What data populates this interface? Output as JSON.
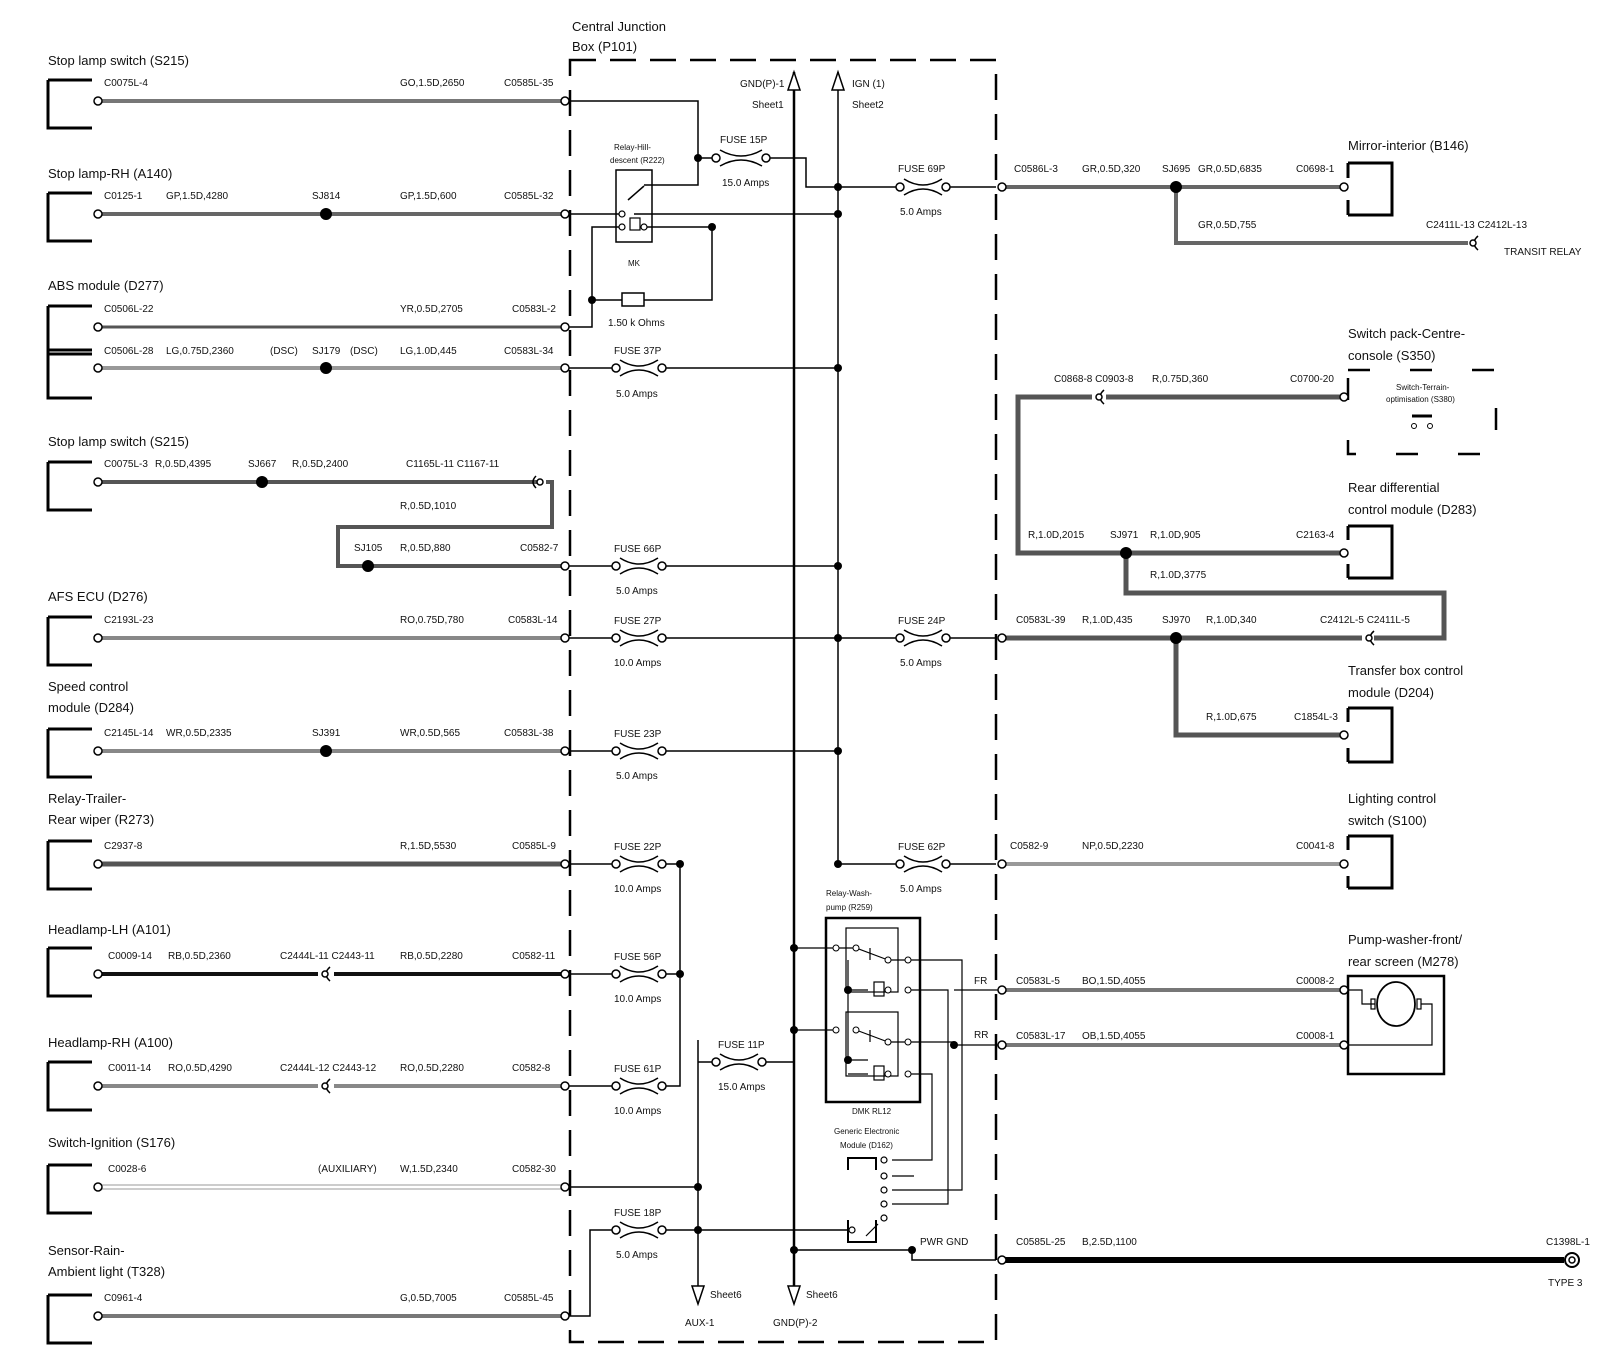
{
  "central_box": {
    "title_line1": "Central Junction",
    "title_line2": "Box (P101)"
  },
  "bus": {
    "gnd_top": "GND(P)-1",
    "gnd_top_sheet": "Sheet1",
    "ign_top": "IGN (1)",
    "ign_top_sheet": "Sheet2",
    "aux_bottom": "AUX-1",
    "aux_bottom_sheet": "Sheet6",
    "gnd_bottom": "GND(P)-2",
    "gnd_bottom_sheet": "Sheet6"
  },
  "left_components": [
    {
      "name": "Stop lamp switch (S215)"
    },
    {
      "name": "Stop lamp-RH (A140)"
    },
    {
      "name": "ABS module (D277)"
    },
    {
      "name": ""
    },
    {
      "name": "Stop lamp switch (S215)"
    },
    {
      "name": "AFS ECU (D276)"
    },
    {
      "name": "Speed control module (D284)",
      "line1": "Speed control",
      "line2": "module (D284)"
    },
    {
      "name": "Relay-Trailer-Rear wiper (R273)",
      "line1": "Relay-Trailer-",
      "line2": "Rear wiper (R273)"
    },
    {
      "name": "Headlamp-LH (A101)"
    },
    {
      "name": "Headlamp-RH (A100)"
    },
    {
      "name": "Switch-Ignition (S176)"
    },
    {
      "name": "Sensor-Rain-Ambient light (T328)",
      "line1": "Sensor-Rain-",
      "line2": "Ambient light (T328)"
    }
  ],
  "left_wires": [
    {
      "conn": "C0075L-4",
      "wire": "GO,1.5D,2650",
      "box_conn": "C0585L-35"
    },
    {
      "conn": "C0125-1",
      "wire1": "GP,1.5D,4280",
      "splice": "SJ814",
      "wire": "GP,1.5D,600",
      "box_conn": "C0585L-32"
    },
    {
      "conn": "C0506L-22",
      "wire": "YR,0.5D,2705",
      "box_conn": "C0583L-2"
    },
    {
      "conn": "C0506L-28",
      "wire1": "LG,0.75D,2360",
      "dsc1": "(DSC)",
      "splice": "SJ179",
      "dsc2": "(DSC)",
      "wire": "LG,1.0D,445",
      "box_conn": "C0583L-34"
    },
    {
      "conn": "C0075L-3",
      "wire1": "R,0.5D,4395",
      "splice": "SJ667",
      "wire2": "R,0.5D,2400",
      "inline": "C1165L-11 C1167-11",
      "wire3": "R,0.5D,1010",
      "splice2": "SJ105",
      "wire": "R,0.5D,880",
      "box_conn": "C0582-7"
    },
    {
      "conn": "C2193L-23",
      "wire": "RO,0.75D,780",
      "box_conn": "C0583L-14"
    },
    {
      "conn": "C2145L-14",
      "wire1": "WR,0.5D,2335",
      "splice": "SJ391",
      "wire": "WR,0.5D,565",
      "box_conn": "C0583L-38"
    },
    {
      "conn": "C2937-8",
      "wire": "R,1.5D,5530",
      "box_conn": "C0585L-9"
    },
    {
      "conn": "C0009-14",
      "wire1": "RB,0.5D,2360",
      "inline": "C2444L-11 C2443-11",
      "wire": "RB,0.5D,2280",
      "box_conn": "C0582-11"
    },
    {
      "conn": "C0011-14",
      "wire1": "RO,0.5D,4290",
      "inline": "C2444L-12 C2443-12",
      "wire": "RO,0.5D,2280",
      "box_conn": "C0582-8"
    },
    {
      "conn": "C0028-6",
      "aux": "(AUXILIARY)",
      "wire": "W,1.5D,2340",
      "box_conn": "C0582-30"
    },
    {
      "conn": "C0961-4",
      "wire": "G,0.5D,7005",
      "box_conn": "C0585L-45"
    }
  ],
  "fuses": [
    {
      "label": "FUSE 15P",
      "rating": "15.0 Amps"
    },
    {
      "label": "FUSE 37P",
      "rating": "5.0 Amps"
    },
    {
      "label": "FUSE 66P",
      "rating": "5.0 Amps"
    },
    {
      "label": "FUSE 27P",
      "rating": "10.0 Amps"
    },
    {
      "label": "FUSE 23P",
      "rating": "5.0 Amps"
    },
    {
      "label": "FUSE 22P",
      "rating": "10.0 Amps"
    },
    {
      "label": "FUSE 56P",
      "rating": "10.0 Amps"
    },
    {
      "label": "FUSE 61P",
      "rating": "10.0 Amps"
    },
    {
      "label": "FUSE 11P",
      "rating": "15.0 Amps"
    },
    {
      "label": "FUSE 18P",
      "rating": "5.0 Amps"
    },
    {
      "label": "FUSE 69P",
      "rating": "5.0 Amps"
    },
    {
      "label": "FUSE 24P",
      "rating": "5.0 Amps"
    },
    {
      "label": "FUSE 62P",
      "rating": "5.0 Amps"
    }
  ],
  "internal": {
    "relay_hill_line1": "Relay-Hill-",
    "relay_hill_line2": "descent (R222)",
    "relay_hill_mk": "MK",
    "resistor": "1.50 k Ohms",
    "relay_wash_line1": "Relay-Wash-",
    "relay_wash_line2": "pump (R259)",
    "relay_wash_dmk": "DMK RL12",
    "gem_line1": "Generic Electronic",
    "gem_line2": "Module (D162)",
    "fr": "FR",
    "rr": "RR",
    "pwr_gnd": "PWR GND"
  },
  "right_components": [
    {
      "name": "Mirror-interior (B146)"
    },
    {
      "name": "Switch pack-Centre-console (S350)",
      "line1": "Switch pack-Centre-",
      "line2": "console (S350)",
      "inner1": "Switch-Terrain-",
      "inner2": "optimisation (S380)"
    },
    {
      "name": "Rear differential control module (D283)",
      "line1": "Rear differential",
      "line2": "control module (D283)"
    },
    {
      "name": "Transfer box control module (D204)",
      "line1": "Transfer box control",
      "line2": "module (D204)"
    },
    {
      "name": "Lighting control switch (S100)",
      "line1": "Lighting control",
      "line2": "switch (S100)"
    },
    {
      "name": "Pump-washer-front/rear screen (M278)",
      "line1": "Pump-washer-front/",
      "line2": "rear screen (M278)"
    }
  ],
  "right_wires": {
    "mirror": {
      "box_conn": "C0586L-3",
      "wire1": "GR,0.5D,320",
      "splice": "SJ695",
      "wire2": "GR,0.5D,6835",
      "conn": "C0698-1",
      "branch_wire": "GR,0.5D,755",
      "branch_conn": "C2411L-13 C2412L-13",
      "transit": "TRANSIT RELAY"
    },
    "switchpack": {
      "inline": "C0868-8 C0903-8",
      "wire": "R,0.75D,360",
      "conn": "C0700-20"
    },
    "reardiff": {
      "wire1": "R,1.0D,2015",
      "splice": "SJ971",
      "wire2": "R,1.0D,905",
      "conn": "C2163-4",
      "wire3": "R,1.0D,3775"
    },
    "afs": {
      "box_conn": "C0583L-39",
      "wire1": "R,1.0D,435",
      "splice": "SJ970",
      "wire2": "R,1.0D,340",
      "inline": "C2412L-5 C2411L-5"
    },
    "transfer": {
      "wire": "R,1.0D,675",
      "conn": "C1854L-3"
    },
    "lighting": {
      "box_conn": "C0582-9",
      "wire": "NP,0.5D,2230",
      "conn": "C0041-8"
    },
    "pump_fr": {
      "box_conn": "C0583L-5",
      "wire": "BO,1.5D,4055",
      "conn": "C0008-2"
    },
    "pump_rr": {
      "box_conn": "C0583L-17",
      "wire": "OB,1.5D,4055",
      "conn": "C0008-1"
    },
    "ground": {
      "box_conn": "C0585L-25",
      "wire": "B,2.5D,1100",
      "conn": "C1398L-1",
      "type": "TYPE 3"
    }
  }
}
